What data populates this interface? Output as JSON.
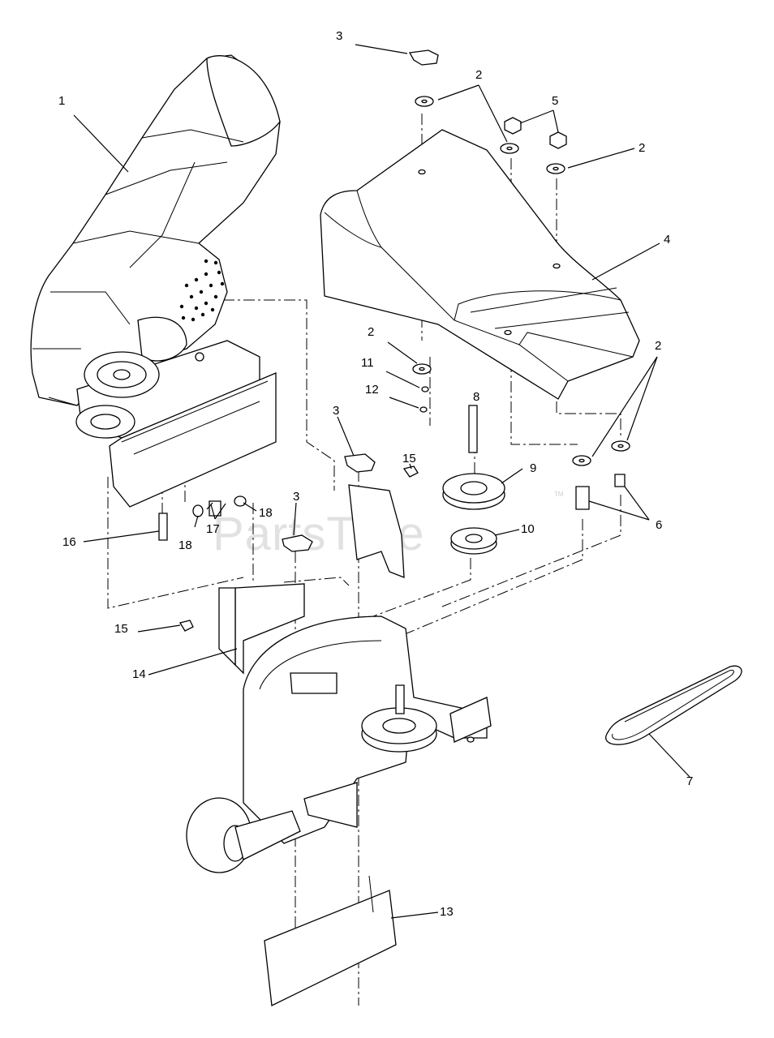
{
  "watermark": {
    "text": "PartsTree",
    "mark": "TM"
  },
  "callouts": [
    {
      "id": "c1",
      "label": "1"
    },
    {
      "id": "c2a",
      "label": "2"
    },
    {
      "id": "c2b",
      "label": "2"
    },
    {
      "id": "c2c",
      "label": "2"
    },
    {
      "id": "c2d",
      "label": "2"
    },
    {
      "id": "c3a",
      "label": "3"
    },
    {
      "id": "c3b",
      "label": "3"
    },
    {
      "id": "c3c",
      "label": "3"
    },
    {
      "id": "c4",
      "label": "4"
    },
    {
      "id": "c5",
      "label": "5"
    },
    {
      "id": "c6",
      "label": "6"
    },
    {
      "id": "c7",
      "label": "7"
    },
    {
      "id": "c8",
      "label": "8"
    },
    {
      "id": "c9",
      "label": "9"
    },
    {
      "id": "c10",
      "label": "10"
    },
    {
      "id": "c11",
      "label": "11"
    },
    {
      "id": "c12",
      "label": "12"
    },
    {
      "id": "c13",
      "label": "13"
    },
    {
      "id": "c14",
      "label": "14"
    },
    {
      "id": "c15a",
      "label": "15"
    },
    {
      "id": "c15b",
      "label": "15"
    },
    {
      "id": "c16",
      "label": "16"
    },
    {
      "id": "c17",
      "label": "17"
    },
    {
      "id": "c18a",
      "label": "18"
    },
    {
      "id": "c18b",
      "label": "18"
    }
  ]
}
